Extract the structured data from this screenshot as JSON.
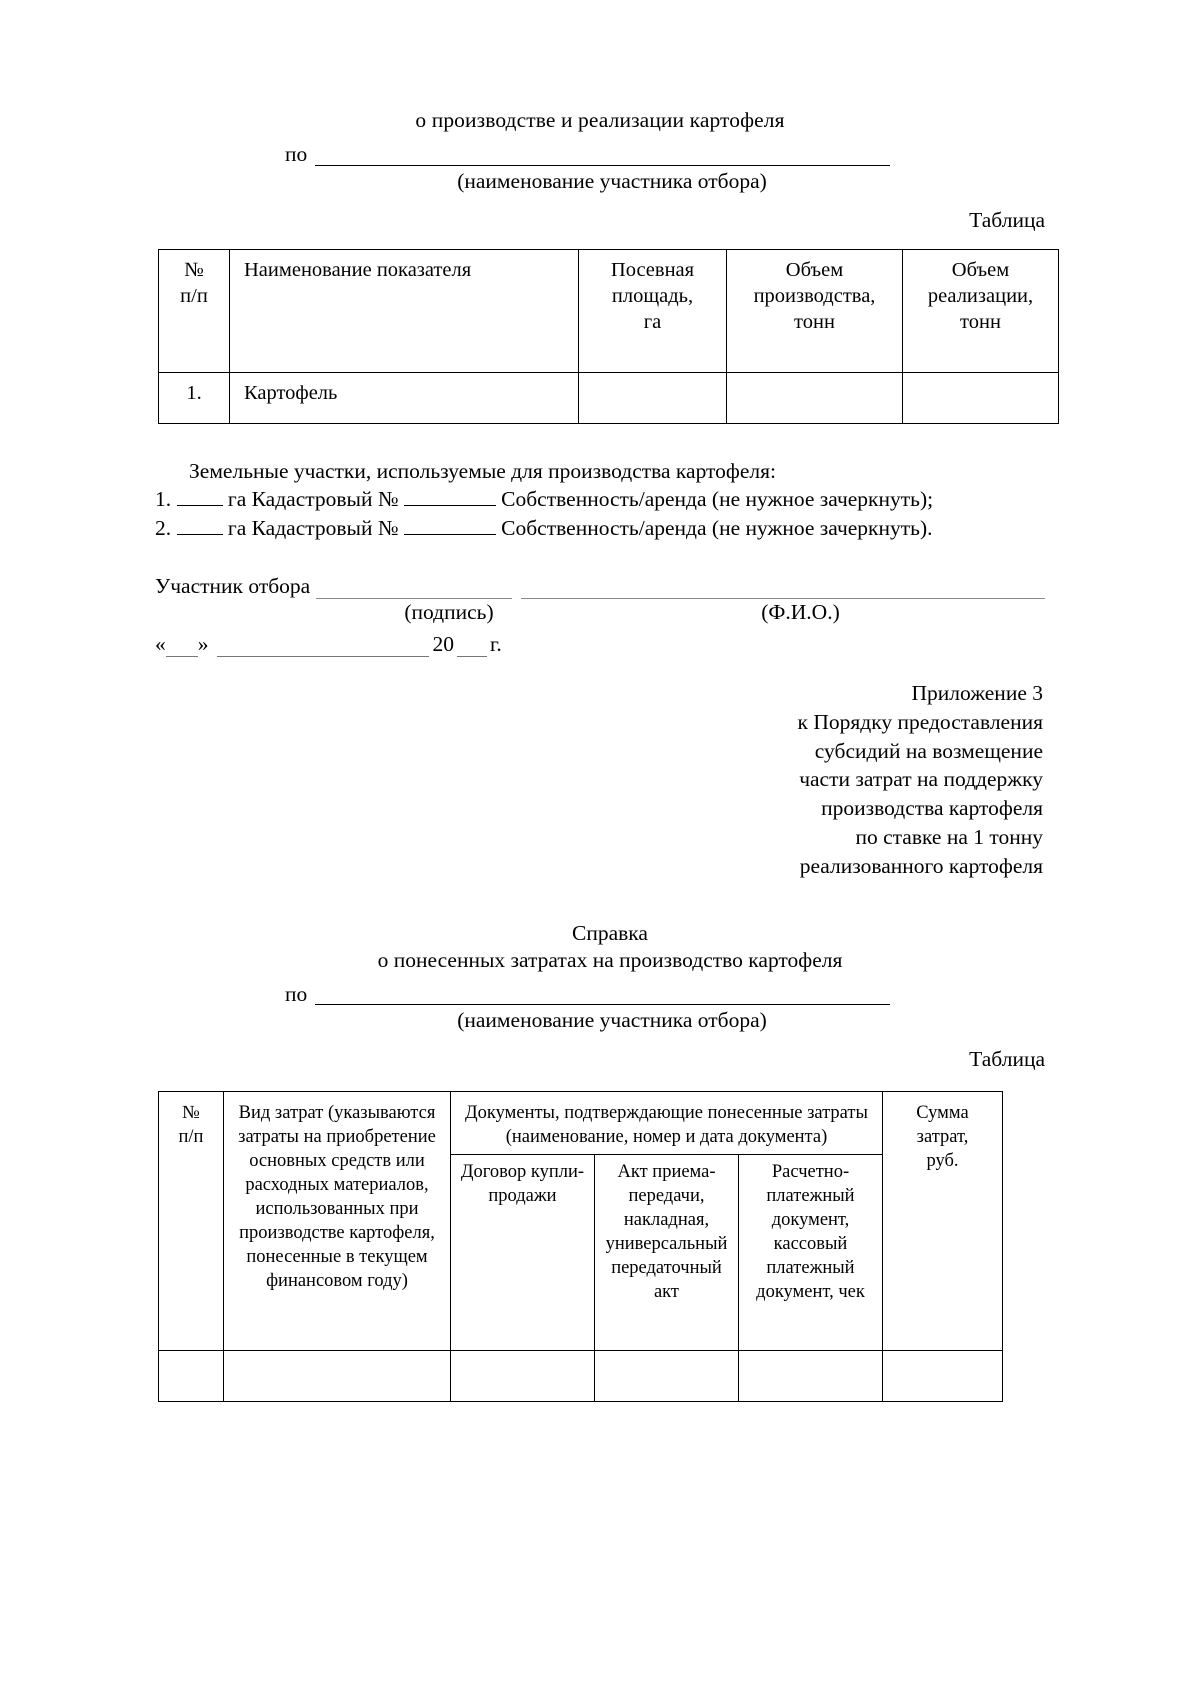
{
  "section1": {
    "title_line": "о производстве и реализации картофеля",
    "po_word": "по",
    "blank_caption": "(наименование участника отбора)",
    "table_word": "Таблица",
    "table": {
      "headers": {
        "num": "№\nп/п",
        "num_line1": "№",
        "num_line2": "п/п",
        "indicator": "Наименование показателя",
        "area_line1": "Посевная",
        "area_line2": "площадь,",
        "area_line3": "га",
        "prod_line1": "Объем",
        "prod_line2": "производства,",
        "prod_line3": "тонн",
        "sale_line1": "Объем",
        "sale_line2": "реализации,",
        "sale_line3": "тонн"
      },
      "rows": [
        {
          "num": "1.",
          "name": "Картофель",
          "area": "",
          "prod": "",
          "sale": ""
        }
      ]
    },
    "plots_intro": "Земельные участки, используемые для производства картофеля:",
    "plots": [
      {
        "index": "1.",
        "unit": "га",
        "cadastral_label": "Кадастровый №",
        "ownership": "Собственность/аренда",
        "note_start": "(не нужное",
        "note_end": "зачеркнуть);"
      },
      {
        "index": "2.",
        "unit": "га",
        "cadastral_label": "Кадастровый №",
        "ownership": "Собственность/аренда",
        "note_start": "(не нужное",
        "note_end": "зачеркнуть)."
      }
    ],
    "participant_label": "Участник отбора",
    "signature_caption": "(подпись)",
    "fio_caption": "(Ф.И.О.)",
    "date_quote_open": "«",
    "date_quote_close": "»",
    "date_year_prefix": "20",
    "date_year_suffix": "г."
  },
  "appendix": {
    "lines": [
      "Приложение 3",
      "к Порядку предоставления",
      "субсидий на возмещение",
      "части затрат на поддержку",
      "производства картофеля",
      "по ставке на 1 тонну",
      "реализованного картофеля"
    ]
  },
  "section2": {
    "heading": "Справка",
    "subheading": "о понесенных затратах на производство картофеля",
    "po_word": "по",
    "blank_caption": "(наименование участника отбора)",
    "table_word": "Таблица",
    "table": {
      "headers": {
        "num_line1": "№",
        "num_line2": "п/п",
        "kind_of_costs": "Вид затрат (указываются затраты на приобретение основных средств или расходных материалов, использованных при производстве картофеля, понесенные в текущем финансовом году)",
        "documents": "Документы, подтверждающие понесенные затраты (наименование, номер и дата документа)",
        "sum_line1": "Сумма",
        "sum_line2": "затрат,",
        "sum_line3": "руб.",
        "sub_contract": "Договор купли-продажи",
        "sub_act": "Акт приема-передачи, накладная, универсальный передаточный акт",
        "sub_payment": "Расчетно-платежный документ, кассовый платежный документ, чек"
      },
      "rows": [
        {
          "num": "",
          "kind": "",
          "contract": "",
          "act": "",
          "payment": "",
          "sum": ""
        }
      ]
    }
  }
}
